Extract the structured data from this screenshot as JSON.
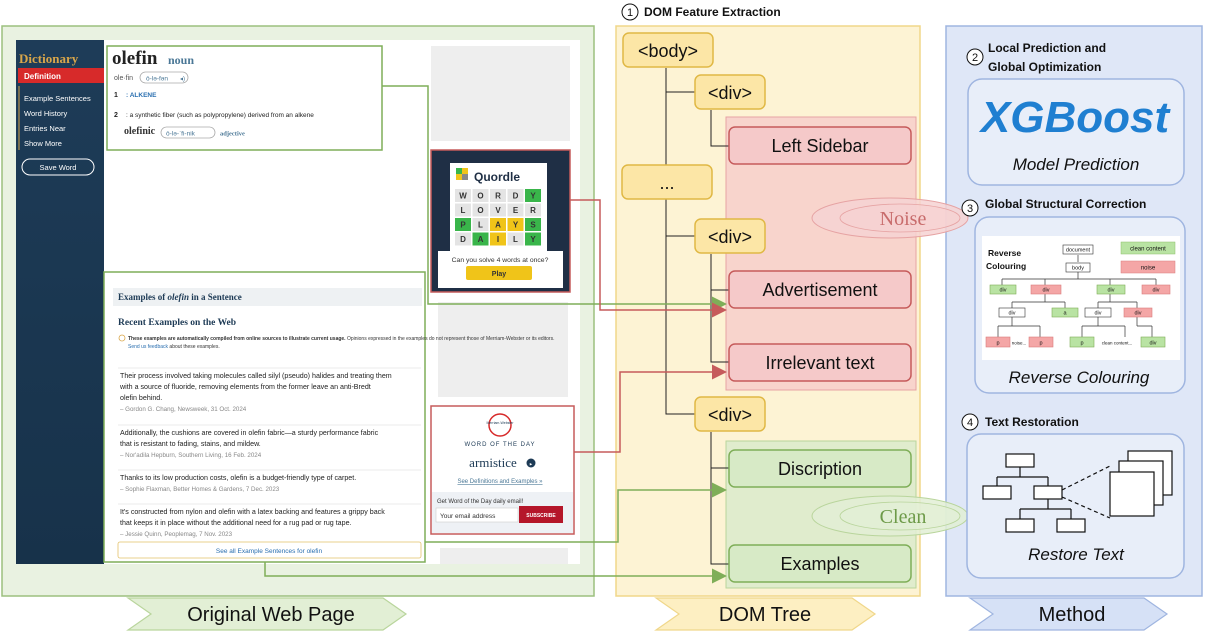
{
  "panels": {
    "webpage_label": "Original Web Page",
    "dom_label": "DOM Tree",
    "method_label": "Method",
    "dom_title_num": "1",
    "dom_title": "DOM Feature Extraction"
  },
  "webpage": {
    "sidebar": {
      "title": "Dictionary",
      "active": "Definition",
      "items": [
        "Example Sentences",
        "Word History",
        "Entries Near",
        "Show More"
      ],
      "save": "Save Word"
    },
    "entry": {
      "word": "olefin",
      "pos": "noun",
      "pron_word": "ole·fin",
      "pron": "ō-lə-fən",
      "sense1_num": "1",
      "sense1": ": ALKENE",
      "sense2_num": "2",
      "sense2": ": a synthetic fiber (such as polypropylene) derived from an alkene",
      "deriv": "olefinic",
      "deriv_pron": "ō-lə-ˈfi-nik",
      "deriv_pos": "adjective"
    },
    "ad_quordle": {
      "title": "Quordle",
      "grid": [
        [
          "W",
          "O",
          "R",
          "D",
          "Y"
        ],
        [
          "L",
          "O",
          "V",
          "E",
          "R"
        ],
        [
          "P",
          "L",
          "A",
          "Y",
          "S"
        ],
        [
          "D",
          "A",
          "I",
          "L",
          "Y"
        ]
      ],
      "caption": "Can you solve 4 words at once?",
      "button": "Play"
    },
    "wotd": {
      "logo": "Merriam-Webster",
      "heading": "WORD OF THE DAY",
      "word": "armistice",
      "link": "See Definitions and Examples »",
      "signup": "Get Word of the Day daily email!",
      "placeholder": "Your email address",
      "button": "SUBSCRIBE"
    },
    "examples": {
      "heading_pre": "Examples of",
      "heading_word": "olefin",
      "heading_post": "in a Sentence",
      "subheading": "Recent Examples on the Web",
      "notice_bold": "These examples are automatically compiled from online sources to illustrate current usage.",
      "notice_rest": "Opinions expressed in the examples do not represent those of Merriam-Webster or its editors.",
      "notice_link": "Send us feedback",
      "notice_end": "about these examples.",
      "items": [
        {
          "lines": [
            "Their process involved taking molecules called silyl (pseudo) halides and treating them",
            "with a source of fluoride, removing elements from the former leave an anti-Bredt",
            "olefin behind."
          ],
          "source": "– Gordon G. Chang, Newsweek, 31 Oct. 2024"
        },
        {
          "lines": [
            "Additionally, the cushions are covered in olefin fabric—a sturdy performance fabric",
            "that is resistant to fading, stains, and mildew."
          ],
          "source": "– Nor'adila Hepburn, Southern Living, 16 Feb. 2024"
        },
        {
          "lines": [
            "Thanks to its low production costs, olefin is a budget-friendly type of carpet."
          ],
          "source": "– Sophie Flaxman, Better Homes & Gardens, 7 Dec. 2023"
        },
        {
          "lines": [
            "It's constructed from nylon and olefin with a latex backing and features a grippy back",
            "that keeps it in place without the additional need for a rug pad or rug tape."
          ],
          "source": "– Jessie Quinn, Peoplemag, 7 Nov. 2023"
        }
      ],
      "see_all": "See all Example Sentences for olefin"
    }
  },
  "dom": {
    "body": "<body>",
    "div1": "<div>",
    "ellipsis": "...",
    "div2": "<div>",
    "div3": "<div>",
    "left_sidebar": "Left Sidebar",
    "advertisement": "Advertisement",
    "irrelevant": "Irrelevant text",
    "discription": "Discription",
    "examples": "Examples",
    "noise": "Noise",
    "clean": "Clean"
  },
  "method": {
    "step2_num": "2",
    "step2_line1": "Local Prediction and",
    "step2_line2": "Global Optimization",
    "xgboost": "XGBoost",
    "model_prediction": "Model Prediction",
    "step3_num": "3",
    "step3": "Global Structural Correction",
    "reverse": {
      "title_line1": "Reverse",
      "title_line2": "Colouring",
      "document": "document",
      "body": "body",
      "legend_clean": "clean content",
      "legend_noise": "noise",
      "nodes": {
        "div": "div",
        "a": "a",
        "p": "p",
        "noise_text": "noise...",
        "clean_text": "clean content..."
      }
    },
    "reverse_caption": "Reverse Colouring",
    "step4_num": "4",
    "step4": "Text Restoration",
    "restore_caption": "Restore Text"
  },
  "colors": {
    "green_border": "#7fae58",
    "green_fill": "#e7f1dd",
    "yellow_fill": "#fdf3d4",
    "yellow_border": "#f0d78a",
    "blue_fill": "#dfe7f7",
    "blue_border": "#9fb5e0",
    "red_border": "#c65b5b",
    "red_fill": "#f5c9c9",
    "node_yellow": "#fce6a6",
    "xgboost_blue": "#1f7fd1",
    "sidebar_dark": "#1d3a55",
    "definition_red": "#d72a2a",
    "quordle_green": "#39b54a",
    "quordle_yellow": "#f0c419"
  }
}
